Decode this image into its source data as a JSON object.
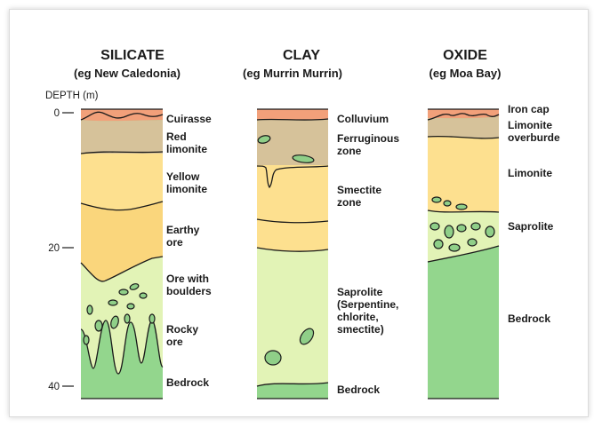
{
  "axis": {
    "title": "DEPTH  (m)",
    "ticks": [
      "0",
      "20",
      "40"
    ]
  },
  "profiles": [
    {
      "title": "SILICATE",
      "subtitle": "(eg New Caledonia)",
      "labels": [
        [
          "Cuirasse"
        ],
        [
          "Red",
          "limonite"
        ],
        [
          "Yellow",
          "limonite"
        ],
        [
          "Earthy",
          "ore"
        ],
        [
          "Ore with",
          "boulders"
        ],
        [
          "Rocky",
          "ore"
        ],
        [
          "Bedrock"
        ]
      ]
    },
    {
      "title": "CLAY",
      "subtitle": "(eg Murrin Murrin)",
      "labels": [
        [
          "Colluvium"
        ],
        [
          "Ferruginous",
          "zone"
        ],
        [
          "Smectite",
          "zone"
        ],
        [
          "Saprolite",
          "(Serpentine,",
          "chlorite,",
          "smectite)"
        ],
        [
          "Bedrock"
        ]
      ]
    },
    {
      "title": "OXIDE",
      "subtitle": "(eg Moa Bay)",
      "labels": [
        [
          "Iron cap"
        ],
        [
          "Limonite",
          "overburde"
        ],
        [
          "Limonite"
        ],
        [
          "Saprolite"
        ],
        [
          "Bedrock"
        ]
      ]
    }
  ],
  "colors": {
    "cap": "#f2a07a",
    "red_limonite": "#d6c29a",
    "yellow_limonite": "#fde08f",
    "earthy": "#fad67c",
    "saprolite": "#e2f3b6",
    "bedrock": "#93d68d",
    "outline": "#1a1a1a"
  }
}
